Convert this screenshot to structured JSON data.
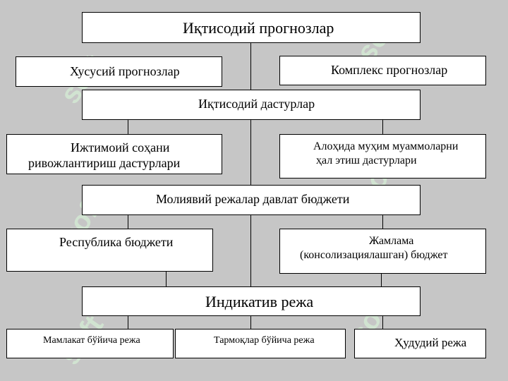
{
  "diagram": {
    "top_title": "Иқтисодий прогнозлар",
    "private_forecasts": "Хусусий прогнозлар",
    "complex_forecasts": "Комплекс прогнозлар",
    "economic_programs": "Иқтисодий дастурлар",
    "social_programs_line1": "Ижтимоий соҳани",
    "social_programs_line2": "ривожлантириш дастурлари",
    "special_problems_line1": "Алоҳида муҳим муаммоларни",
    "special_problems_line2": "ҳал этиш дастурлари",
    "financial_regimes": "Молиявий режалар давлат бюджети",
    "republic_budget": "Республика бюджети",
    "consolidated_line1": "Жамлама",
    "consolidated_line2": "(консолизациялашган) бюджет",
    "indicative_plan": "Индикатив режа",
    "state_plan": "Мамлакат бўйича режа",
    "sector_plan": "Тармоқлар бўйича  режа",
    "regional_plan": "Ҳудудий режа"
  },
  "watermark": "soft"
}
